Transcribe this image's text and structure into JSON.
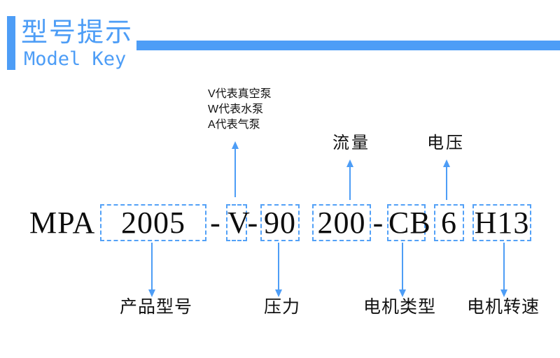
{
  "header": {
    "title_zh": "型号提示",
    "title_en": "Model Key"
  },
  "colors": {
    "accent_blue": "#4d9df6",
    "dashed_box_blue": "#53a1f7",
    "text_black": "#111111"
  },
  "icons": {
    "arrow_up_icon": "css-triangle-up",
    "arrow_down_icon": "css-triangle-down"
  },
  "notes": {
    "pump_type_lines": [
      "V代表真空泵",
      "W代表水泵",
      "A代表气泵"
    ]
  },
  "labels": {
    "flow": "流量",
    "voltage": "电压",
    "product_model": "产品型号",
    "pressure": "压力",
    "motor_type": "电机类型",
    "motor_speed": "电机转速"
  },
  "model": {
    "prefix": "MPA",
    "segments": [
      "2005",
      "V",
      "90",
      "200",
      "CB",
      "6",
      "H13"
    ],
    "separators": [
      "-",
      "-",
      "-"
    ]
  }
}
